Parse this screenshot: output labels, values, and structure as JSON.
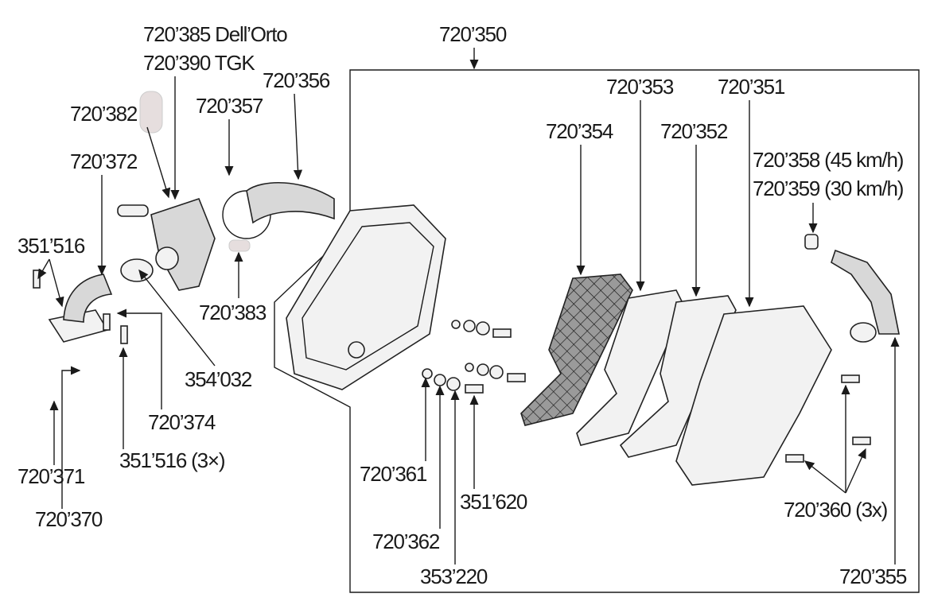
{
  "diagram": {
    "type": "exploded-parts-view",
    "labels": {
      "p720385": "720’385 Dell’Orto",
      "p720390": "720’390 TGK",
      "p720350": "720’350",
      "p720356": "720’356",
      "p720382": "720’382",
      "p720357": "720’357",
      "p720353": "720’353",
      "p720351": "720’351",
      "p720354": "720’354",
      "p720352": "720’352",
      "p720372": "720’372",
      "p720358": "720’358 (45 km/h)",
      "p720359": "720’359 (30 km/h)",
      "p351516": "351’516",
      "p720383": "720’383",
      "p354032": "354’032",
      "p720374": "720’374",
      "p351516x3": "351’516 (3×)",
      "p720361": "720’361",
      "p720371": "720’371",
      "p351620": "351’620",
      "p720360": "720’360 (3x)",
      "p720370": "720’370",
      "p720362": "720’362",
      "p353220": "353’220",
      "p720355": "720’355"
    }
  }
}
